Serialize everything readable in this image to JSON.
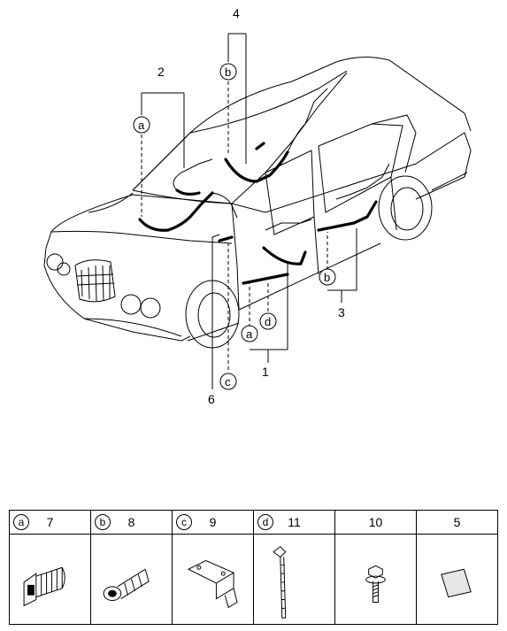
{
  "callouts": {
    "n1": "1",
    "n2": "2",
    "n3": "3",
    "n4": "4",
    "n6": "6"
  },
  "letters": {
    "a": "a",
    "b": "b",
    "c": "c",
    "d": "d"
  },
  "parts": [
    {
      "letter": "a",
      "number": "7",
      "icon": "grommet-icon"
    },
    {
      "letter": "b",
      "number": "8",
      "icon": "grommet-icon"
    },
    {
      "letter": "c",
      "number": "9",
      "icon": "bracket-icon"
    },
    {
      "letter": "d",
      "number": "11",
      "icon": "cable-tie-icon"
    },
    {
      "letter": "",
      "number": "10",
      "icon": "bolt-icon"
    },
    {
      "letter": "",
      "number": "5",
      "icon": "pad-icon"
    }
  ]
}
